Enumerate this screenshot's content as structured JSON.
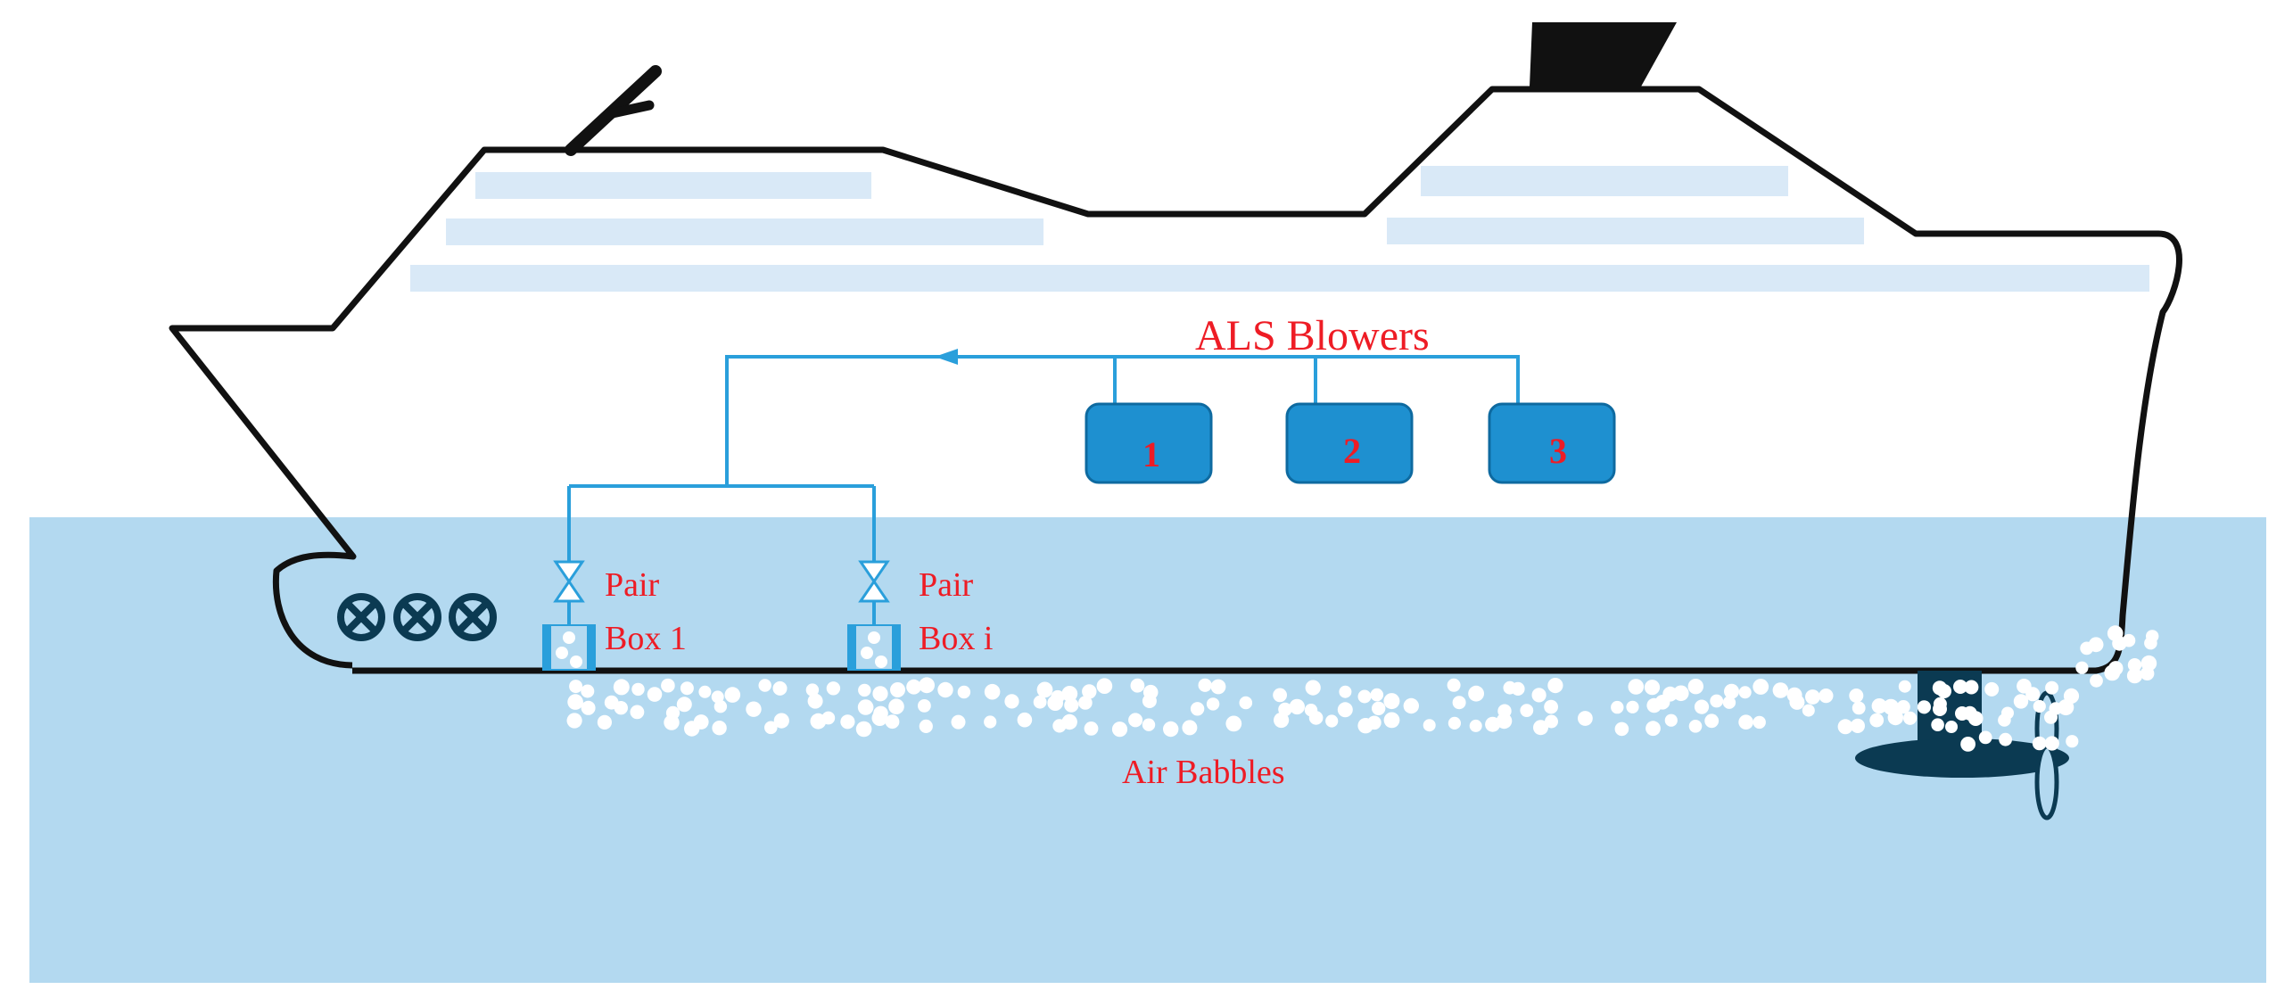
{
  "title": "ALS Blowers",
  "blowers": [
    {
      "label": "1"
    },
    {
      "label": "2"
    },
    {
      "label": "3"
    }
  ],
  "pair_boxes": [
    {
      "line1": "Pair",
      "line2": "Box 1"
    },
    {
      "line1": "Pair",
      "line2": "Box i"
    }
  ],
  "bubbles_label": "Air Babbles",
  "colors": {
    "water": "#b3d9f0",
    "deck_stripes": "#d9e9f7",
    "pipe": "#2a9fdb",
    "blower_fill": "#1e90d0",
    "label_red": "#ee1c25",
    "dark_navy": "#0b3a52",
    "hull_outline": "#111111"
  }
}
